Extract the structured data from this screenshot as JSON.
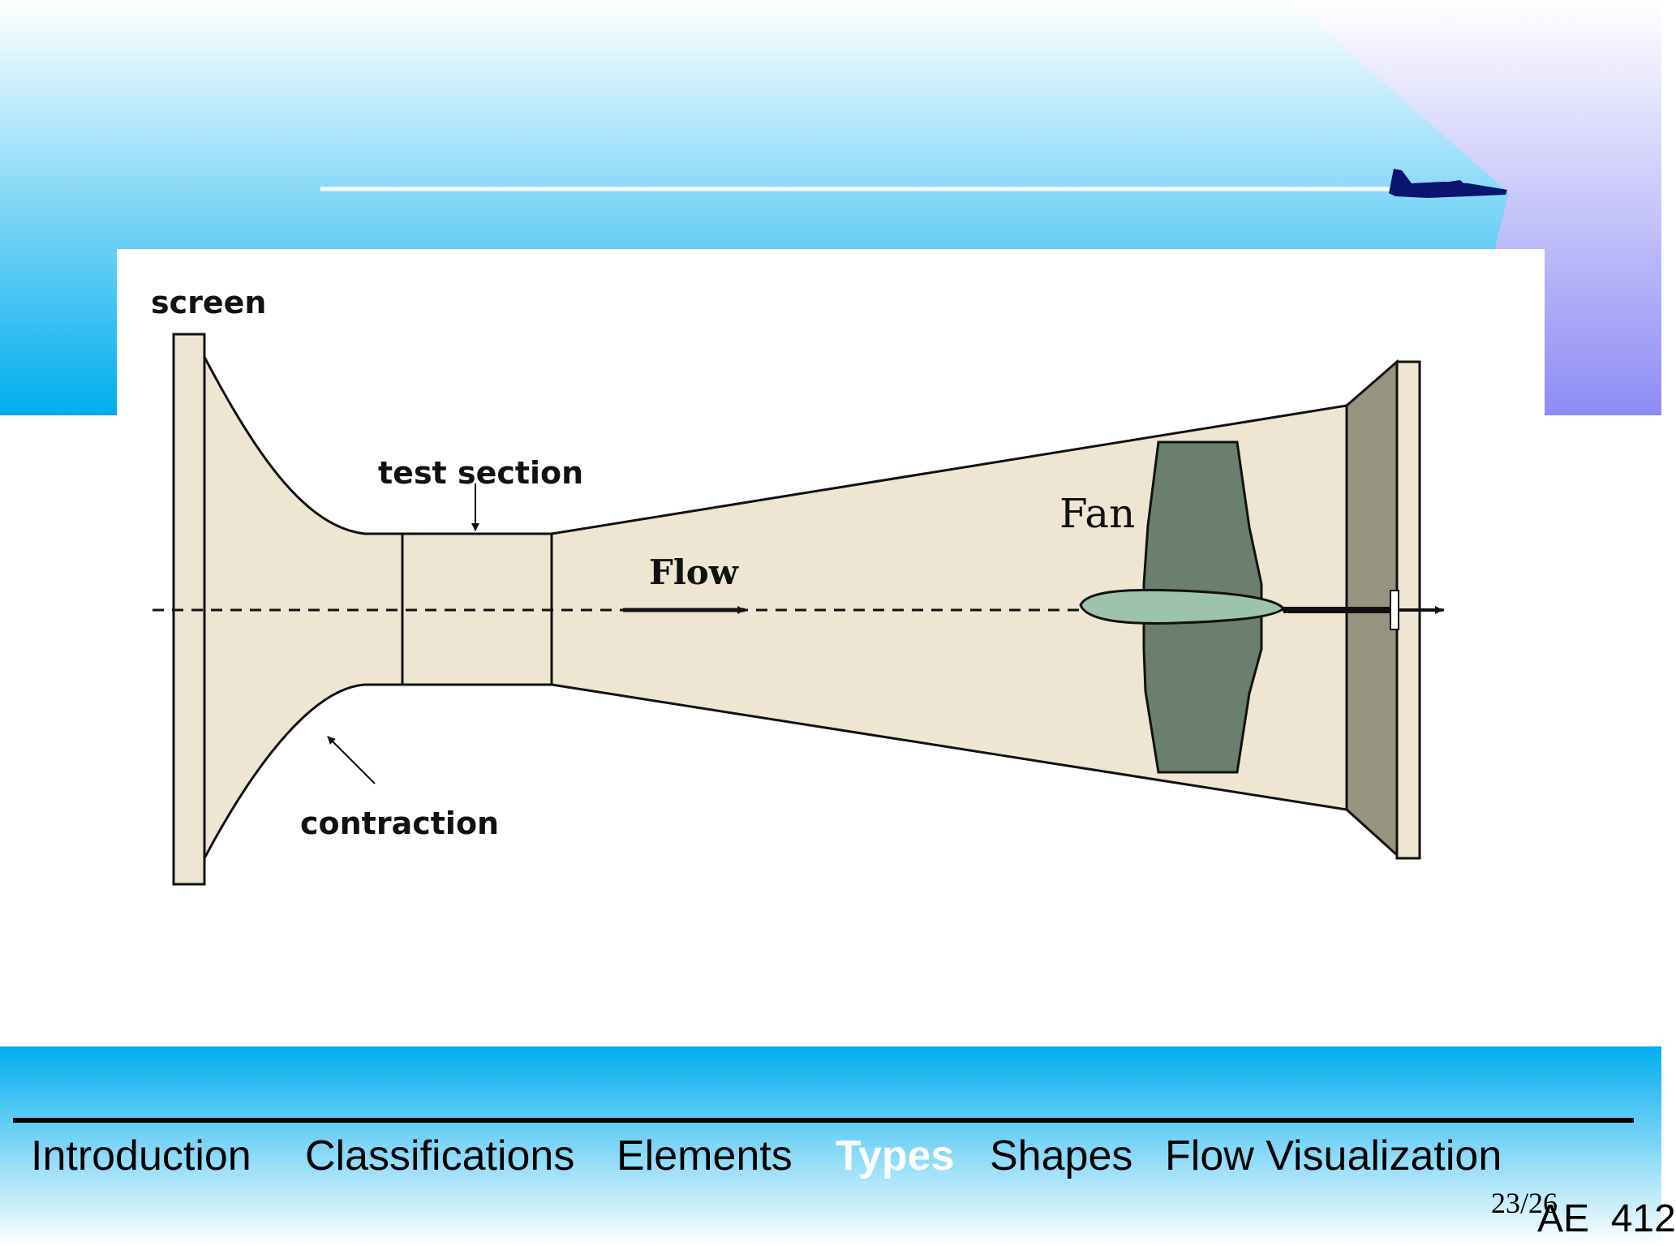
{
  "diagram": {
    "labels": {
      "screen": "screen",
      "test_section": "test section",
      "flow": "Flow",
      "fan": "Fan",
      "contraction": "contraction"
    }
  },
  "nav": {
    "items": [
      {
        "label": "Introduction",
        "active": false
      },
      {
        "label": "Classifications",
        "active": false
      },
      {
        "label": "Elements",
        "active": false
      },
      {
        "label": "Types",
        "active": true
      },
      {
        "label": "Shapes",
        "active": false
      },
      {
        "label": "Flow Visualization",
        "active": false
      }
    ]
  },
  "footer": {
    "page_number": "23/26",
    "course_code": "AE  412"
  },
  "colors": {
    "header_top": "#ffffff",
    "header_blue": "#00adee",
    "header_purple": "#8e8cf5",
    "tunnel_fill": "#eee6d2",
    "fan_blade": "#6b7f6e",
    "fan_hub": "#9dc3ad",
    "exit_plate": "#96937f",
    "active_nav": "#ffffff"
  },
  "icons": {
    "header_decoration": "jet-aircraft-icon"
  }
}
